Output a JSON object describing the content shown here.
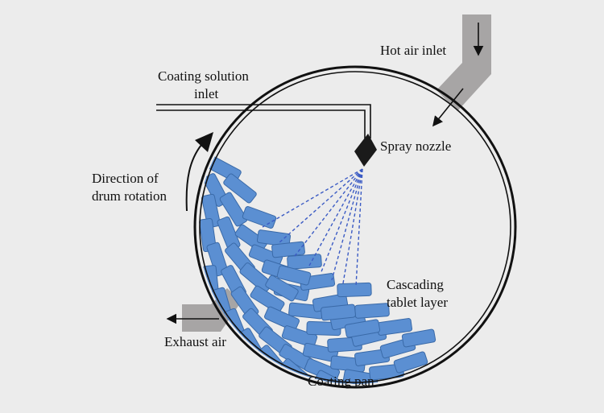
{
  "labels": {
    "hot_air_inlet": "Hot air inlet",
    "coating_solution_line1": "Coating solution",
    "coating_solution_line2": "inlet",
    "spray_nozzle": "Spray nozzle",
    "direction_line1": "Direction of",
    "direction_line2": "drum rotation",
    "cascading_line1": "Cascading",
    "cascading_line2": "tablet layer",
    "exhaust_air": "Exhaust air",
    "coating_pan": "Coating pan"
  },
  "colors": {
    "background": "#ececec",
    "tablet_fill": "#5b8fd2",
    "tablet_stroke": "#3a6aa8",
    "duct": "#a7a5a5",
    "spray_lines": "#3b5bc4",
    "outline": "#111111"
  }
}
